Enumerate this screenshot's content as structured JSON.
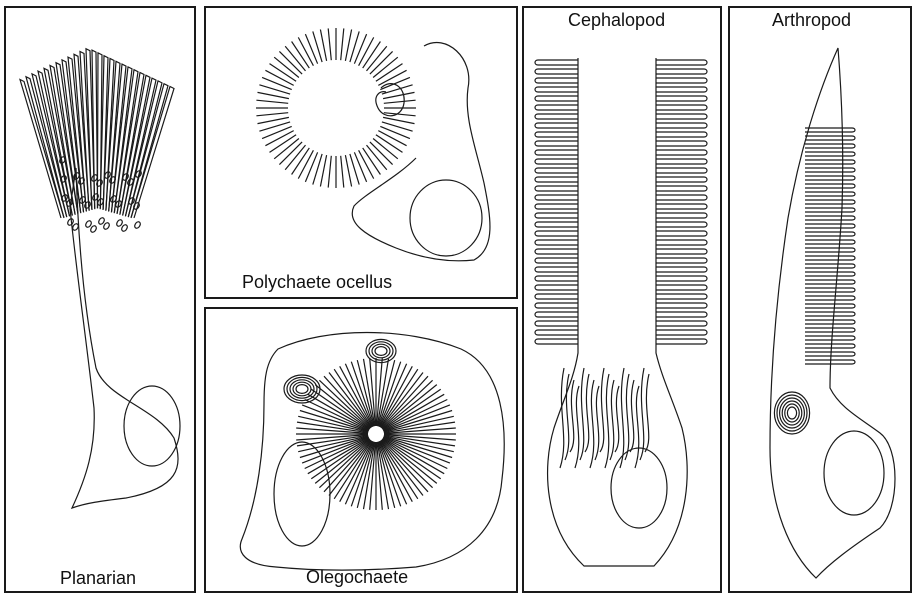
{
  "panels": {
    "planarian": {
      "label": "Planarian"
    },
    "polychaete": {
      "label": "Polychaete ocellus"
    },
    "olegochaete": {
      "label": "Olegochaete"
    },
    "cephalopod": {
      "label": "Cephalopod"
    },
    "arthropod": {
      "label": "Arthropod"
    }
  },
  "colors": {
    "line": "#1a1a1a",
    "background": "#ffffff"
  }
}
